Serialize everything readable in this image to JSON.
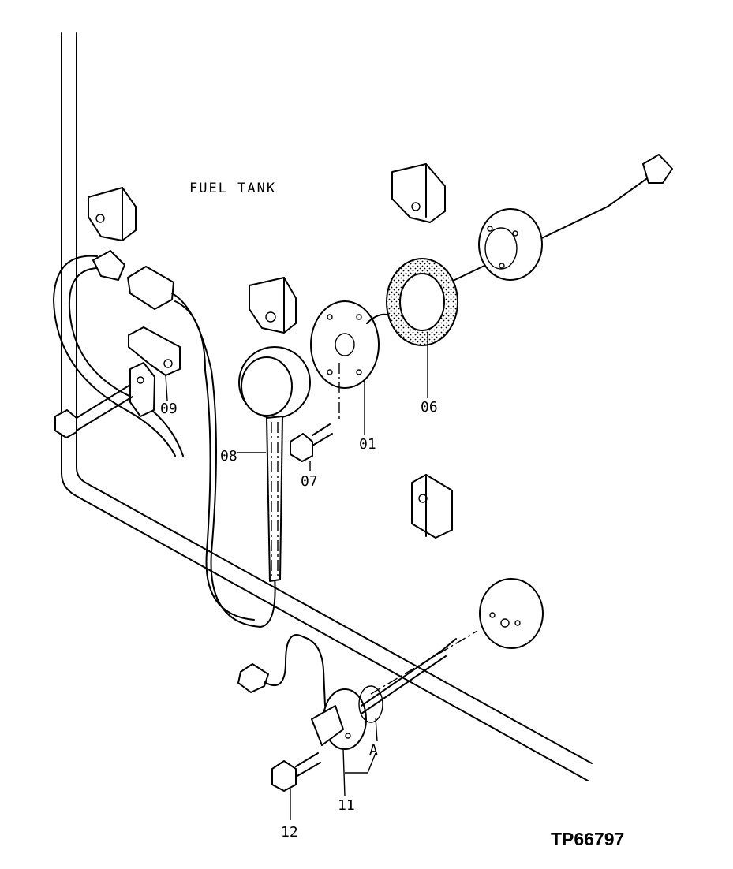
{
  "diagram": {
    "tank_label": "FUEL TANK",
    "figure_code": "TP66797",
    "callouts": {
      "p01": "01",
      "p06": "06",
      "p07": "07",
      "p08": "08",
      "p09": "09",
      "p11": "11",
      "p12": "12",
      "detailA": "A"
    }
  }
}
